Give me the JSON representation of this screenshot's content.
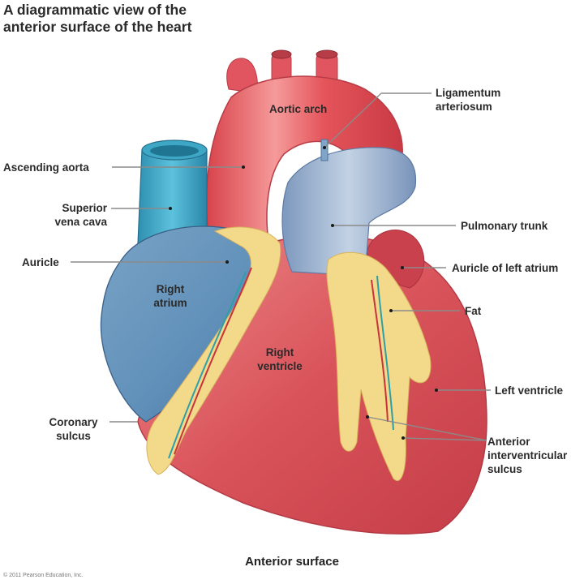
{
  "title": {
    "line1": "A diagrammatic view of the",
    "line2": "anterior surface of the heart"
  },
  "labels": {
    "aortic_arch": "Aortic arch",
    "ligamentum_arteriosum": [
      "Ligamentum",
      "arteriosum"
    ],
    "ascending_aorta": "Ascending aorta",
    "superior_vena_cava": [
      "Superior",
      "vena cava"
    ],
    "pulmonary_trunk": "Pulmonary trunk",
    "auricle": "Auricle",
    "auricle_left_atrium": "Auricle of left atrium",
    "right_atrium": [
      "Right",
      "atrium"
    ],
    "fat": "Fat",
    "right_ventricle": [
      "Right",
      "ventricle"
    ],
    "left_ventricle": "Left ventricle",
    "coronary_sulcus": [
      "Coronary",
      "sulcus"
    ],
    "anterior_interventricular_sulcus": [
      "Anterior",
      "interventricular",
      "sulcus"
    ]
  },
  "caption": "Anterior surface",
  "copyright": "© 2011 Pearson Education, Inc.",
  "colors": {
    "ventricle_red": "#d9535a",
    "aorta_red": "#e4545a",
    "vena_cava_teal": "#3aa6c4",
    "right_atrium_blue": "#5f8fb8",
    "pulmonary_blue": "#8fa9c9",
    "fat_yellow": "#f3d98a",
    "leader_line": "#8a8a8a"
  }
}
